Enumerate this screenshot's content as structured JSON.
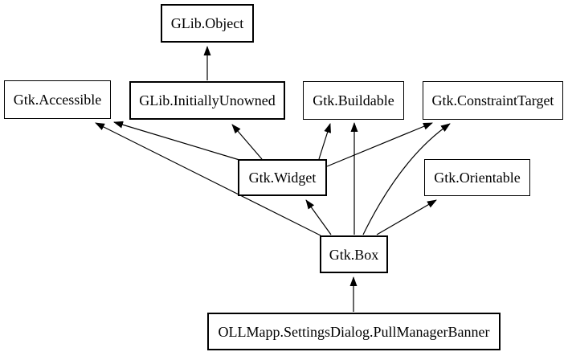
{
  "diagram": {
    "title": "Class inheritance diagram",
    "colors": {
      "background": "#ffffff",
      "line": "#000000",
      "box_border": "#000000",
      "text": "#000000"
    },
    "nodes": [
      {
        "id": "glib-object",
        "label": "GLib.Object",
        "emphasis": "bold"
      },
      {
        "id": "gtk-accessible",
        "label": "Gtk.Accessible",
        "emphasis": "normal"
      },
      {
        "id": "glib-initiallyunowned",
        "label": "GLib.InitiallyUnowned",
        "emphasis": "bold"
      },
      {
        "id": "gtk-buildable",
        "label": "Gtk.Buildable",
        "emphasis": "normal"
      },
      {
        "id": "gtk-constrainttarget",
        "label": "Gtk.ConstraintTarget",
        "emphasis": "normal"
      },
      {
        "id": "gtk-widget",
        "label": "Gtk.Widget",
        "emphasis": "bold"
      },
      {
        "id": "gtk-orientable",
        "label": "Gtk.Orientable",
        "emphasis": "normal"
      },
      {
        "id": "gtk-box",
        "label": "Gtk.Box",
        "emphasis": "bold"
      },
      {
        "id": "pullmanagerbanner",
        "label": "OLLMapp.SettingsDialog.PullManagerBanner",
        "emphasis": "bold"
      }
    ],
    "edges": [
      {
        "from": "GLib.InitiallyUnowned",
        "to": "GLib.Object"
      },
      {
        "from": "Gtk.Widget",
        "to": "Gtk.Accessible"
      },
      {
        "from": "Gtk.Widget",
        "to": "GLib.InitiallyUnowned"
      },
      {
        "from": "Gtk.Widget",
        "to": "Gtk.Buildable"
      },
      {
        "from": "Gtk.Widget",
        "to": "Gtk.ConstraintTarget"
      },
      {
        "from": "Gtk.Box",
        "to": "Gtk.Accessible"
      },
      {
        "from": "Gtk.Box",
        "to": "Gtk.Widget"
      },
      {
        "from": "Gtk.Box",
        "to": "Gtk.Buildable"
      },
      {
        "from": "Gtk.Box",
        "to": "Gtk.ConstraintTarget"
      },
      {
        "from": "Gtk.Box",
        "to": "Gtk.Orientable"
      },
      {
        "from": "OLLMapp.SettingsDialog.PullManagerBanner",
        "to": "Gtk.Box"
      }
    ]
  }
}
